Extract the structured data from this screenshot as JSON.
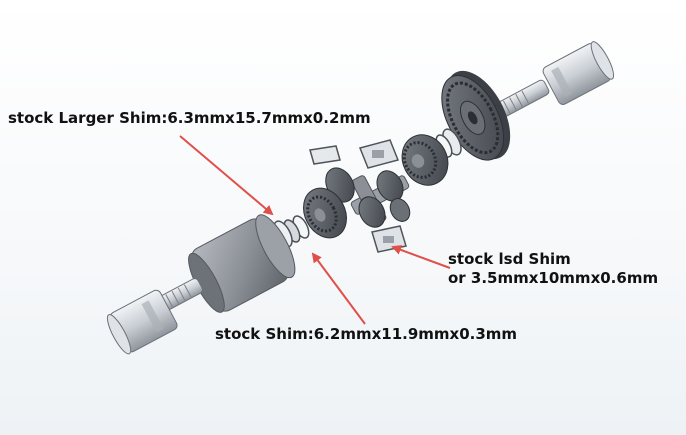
{
  "callouts": {
    "larger_shim": "stock Larger Shim:6.3mmx15.7mmx0.2mm",
    "stock_shim": "stock Shim:6.2mmx11.9mmx0.3mm",
    "lsd_shim_line1": "stock lsd Shim",
    "lsd_shim_line2": "or 3.5mmx10mmx0.6mm"
  },
  "colors": {
    "arrow": "#e0504a",
    "text": "#111111",
    "metal_light": "#d9dde2",
    "metal_dark": "#5b6068",
    "gear": "#4b4f55",
    "housing": "#8a8e95"
  }
}
